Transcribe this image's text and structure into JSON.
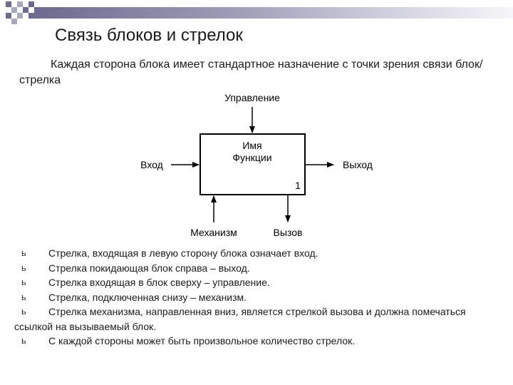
{
  "title": "Связь блоков и стрелок",
  "intro": "Каждая сторона блока имеет стандартное назначение с точки зрения связи блок/стрелка",
  "diagram": {
    "control_label": "Управление",
    "input_label": "Вход",
    "output_label": "Выход",
    "mechanism_label": "Механизм",
    "call_label": "Вызов",
    "function_name_line1": "Имя",
    "function_name_line2": "Функции",
    "block_number": "1"
  },
  "bullet_symbol": "ь",
  "bullets": [
    {
      "text": "Стрелка, входящая в левую сторону блока означает вход."
    },
    {
      "text": "Стрелка покидающая блок справа – выход."
    },
    {
      "text": "Стрелка входящая в блок сверху – управление."
    },
    {
      "text": "Стрелка, подключенная снизу – механизм."
    },
    {
      "text": "Стрелка механизма, направленная вниз, является стрелкой вызова и должна помечаться ссылкой на вызываемый блок."
    },
    {
      "text": "С каждой стороны может быть произвольное количество стрелок."
    }
  ],
  "colors": {
    "deco_dark": "#6d6a8f",
    "deco_light": "#a9a7c0"
  }
}
